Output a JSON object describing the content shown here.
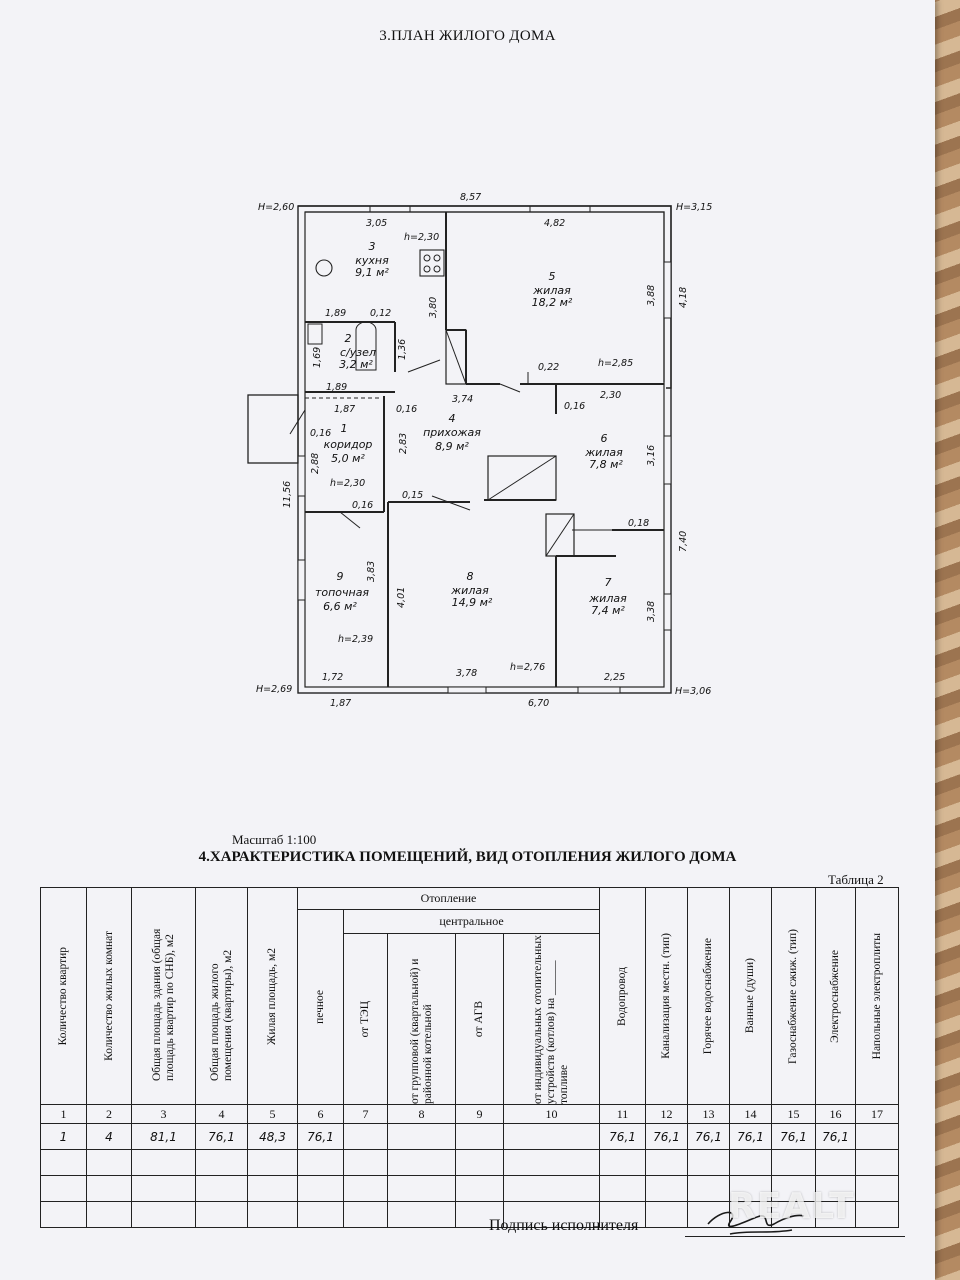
{
  "plan": {
    "title": "3.ПЛАН ЖИЛОГО ДОМА",
    "height_marks": [
      "H=2,60",
      "H=3,15",
      "H=2,69",
      "H=3,06"
    ],
    "dimensions": {
      "top_total": "8,57",
      "kitchen_width": "3,05",
      "room5_width": "4,82",
      "kitchen_h": "h=2,30",
      "d380": "3,80",
      "d388": "3,88",
      "d418": "4,18",
      "d189a": "1,89",
      "d012": "0,12",
      "d169": "1,69",
      "d136": "1,36",
      "d189b": "1,89",
      "d374": "3,74",
      "d022": "0,22",
      "h285": "h=2,85",
      "d230": "2,30",
      "d187a": "1,87",
      "d016a": "0,16",
      "d016b": "0,16",
      "d016c": "0,16",
      "d288": "2,88",
      "d283": "2,83",
      "d316": "3,16",
      "h230b": "h=2,30",
      "d015": "0,15",
      "d016d": "0,16",
      "d018": "0,18",
      "d1156": "11,56",
      "d740": "7,40",
      "d383": "3,83",
      "d401": "4,01",
      "d338": "3,38",
      "h239": "h=2,39",
      "d172": "1,72",
      "d378": "3,78",
      "h276": "h=2,76",
      "d225": "2,25",
      "d187b": "1,87",
      "d670": "6,70"
    },
    "rooms": [
      {
        "num": "3",
        "name": "кухня",
        "area": "9,1 м²"
      },
      {
        "num": "5",
        "name": "жилая",
        "area": "18,2 м²"
      },
      {
        "num": "2",
        "name": "с/узел",
        "area": "3,2 м²"
      },
      {
        "num": "4",
        "name": "прихожая",
        "area": "8,9 м²"
      },
      {
        "num": "1",
        "name": "коридор",
        "area": "5,0 м²"
      },
      {
        "num": "6",
        "name": "жилая",
        "area": "7,8 м²"
      },
      {
        "num": "8",
        "name": "жилая",
        "area": "14,9 м²"
      },
      {
        "num": "7",
        "name": "жилая",
        "area": "7,4 м²"
      },
      {
        "num": "9",
        "name": "топочная",
        "area": "6,6 м²"
      }
    ]
  },
  "scale_label": "Масштаб 1:100",
  "table": {
    "title": "4.ХАРАКТЕРИСТИКА ПОМЕЩЕНИЙ, ВИД ОТОПЛЕНИЯ ЖИЛОГО ДОМА",
    "number_label": "Таблица 2",
    "group_heating": "Отопление",
    "group_central": "центральное",
    "headers": [
      "Количество квартир",
      "Количество жилых комнат",
      "Общая площадь здания (общая площадь квартир по СНБ), м2",
      "Общая площадь жилого помещения (квартиры), м2",
      "Жилая площадь, м2",
      "печное",
      "от ТЭЦ",
      "от групповой (квартальной) и районной котельной",
      "от АГВ",
      "от индивидуальных отопительных устройств (котлов) на ______ топливе",
      "Водопровод",
      "Канализация местн. (тип)",
      "Горячее водоснабжение",
      "Ванные (души)",
      "Газоснабжение сжиж. (тип)",
      "Электроснабжение",
      "Напольные электроплиты"
    ],
    "column_numbers": [
      "1",
      "2",
      "3",
      "4",
      "5",
      "6",
      "7",
      "8",
      "9",
      "10",
      "11",
      "12",
      "13",
      "14",
      "15",
      "16",
      "17"
    ],
    "row": [
      "1",
      "4",
      "81,1",
      "76,1",
      "48,3",
      "76,1",
      "",
      "",
      "",
      "",
      "76,1",
      "76,1",
      "76,1",
      "76,1",
      "76,1",
      "76,1",
      ""
    ]
  },
  "signature_label": "Подпись исполнителя",
  "watermark": "REALT"
}
